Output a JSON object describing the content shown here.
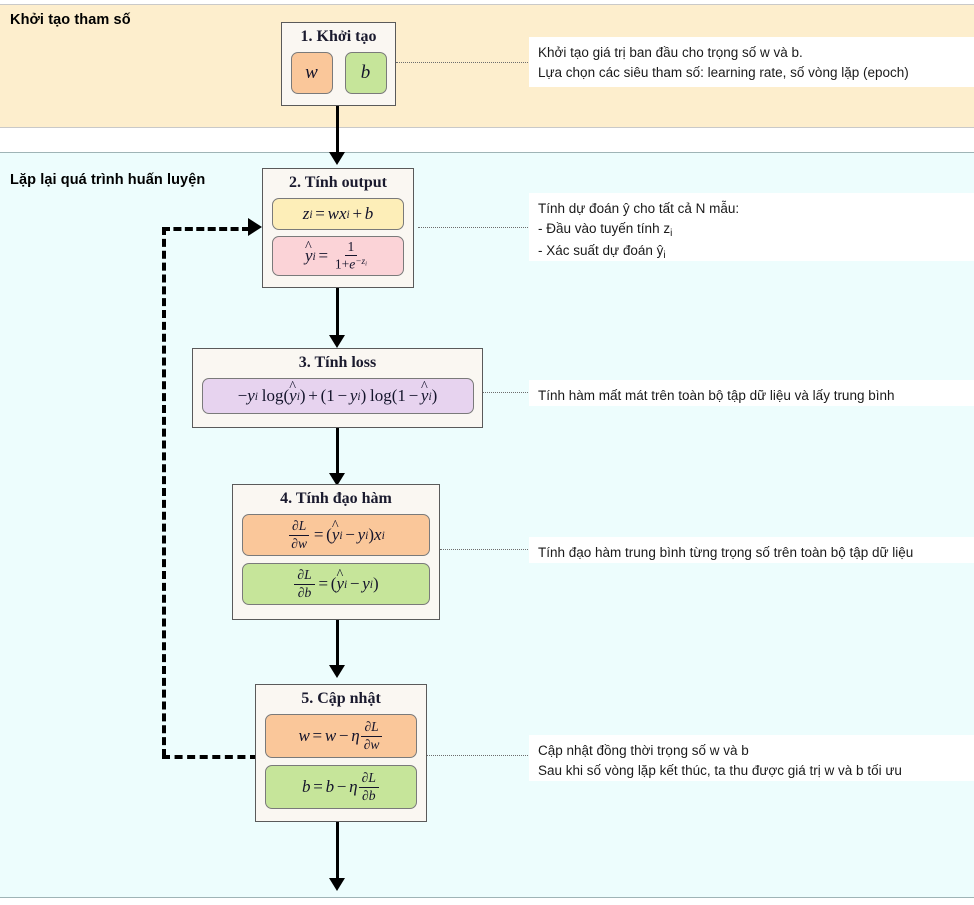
{
  "bands": {
    "init_label": "Khởi tạo tham số",
    "loop_label": "Lặp lại quá trình huấn luyện",
    "init_color": "#fdeecd",
    "loop_color": "#edfdfd"
  },
  "stages": [
    {
      "id": "stage-1",
      "title": "1. Khởi tạo",
      "chips": [
        {
          "label": "w",
          "color": "#fac79a"
        },
        {
          "label": "b",
          "color": "#c6e59a"
        }
      ]
    },
    {
      "id": "stage-2",
      "title": "2. Tính output",
      "formulas": [
        {
          "text": "z_i = w x_i + b",
          "color": "#fdeeb8"
        },
        {
          "text": "ŷ_i = 1 / (1 + e^{-z_i})",
          "color": "#fbd3d7"
        }
      ]
    },
    {
      "id": "stage-3",
      "title": "3. Tính loss",
      "formulas": [
        {
          "text": "-y_i log(ŷ_i) + (1 - y_i) log(1 - ŷ_i)",
          "color": "#e7d3ef"
        }
      ]
    },
    {
      "id": "stage-4",
      "title": "4. Tính đạo hàm",
      "formulas": [
        {
          "text": "∂L/∂w = (ŷ_i - y_i) x_i",
          "color": "#fac79a"
        },
        {
          "text": "∂L/∂b = (ŷ_i - y_i)",
          "color": "#c6e59a"
        }
      ]
    },
    {
      "id": "stage-5",
      "title": "5. Cập nhật",
      "formulas": [
        {
          "text": "w = w - η ∂L/∂w",
          "color": "#fac79a"
        },
        {
          "text": "b = b - η ∂L/∂b",
          "color": "#c6e59a"
        }
      ]
    }
  ],
  "notes": {
    "note1_line1": "Khởi tạo giá trị ban đầu cho trọng số w và b.",
    "note1_line2": "Lựa chọn các siêu tham số: learning rate, số vòng lặp (epoch)",
    "note2_line1": "Tính dự đoán ŷ cho tất cả N mẫu:",
    "note2_line2_pre": "- Đầu vào tuyến tính z",
    "note2_line2_sub": "i",
    "note2_line3_pre": "- Xác suất dự đoán ŷ",
    "note2_line3_sub": "i",
    "note3_line1": "Tính hàm mất mát trên toàn bộ tập dữ liệu và lấy trung bình",
    "note4_line1": "Tính đạo hàm trung bình từng trọng số trên toàn bộ tập dữ liệu",
    "note5_line1": "Cập nhật đồng thời trọng số w và b",
    "note5_line2": "Sau khi số vòng lặp kết thúc, ta thu được giá trị w và b tối ưu"
  }
}
